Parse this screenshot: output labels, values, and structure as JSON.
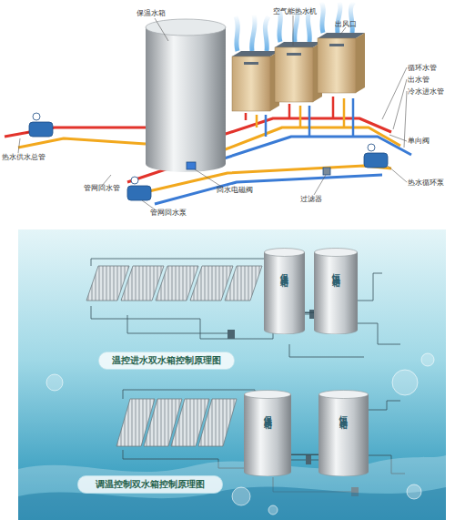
{
  "diagram": {
    "nodes": [
      {
        "text": [
          "保温水箱"
        ]
      },
      {
        "text": [
          "恒温水箱"
        ]
      },
      {
        "text": [
          "温控进水双水箱控制原理图"
        ]
      },
      {
        "text": [
          "保温水箱"
        ]
      },
      {
        "text": [
          "恒温水箱"
        ]
      },
      {
        "text": [
          "调温控制双水箱控制原理图"
        ]
      }
    ],
    "edges": [
      {
        "from": 0,
        "to": 1,
        "arrow": "none"
      },
      {
        "from": 3,
        "to": 4,
        "arrow": "none"
      }
    ],
    "labels": [
      "保温水箱",
      "空气能热水机",
      "出风口",
      "循环水管",
      "出水管",
      "冷水进水管",
      "单向阀",
      "热水循环泵",
      "过滤器",
      "热水供水总管",
      "管网回水管",
      "回水电磁阀",
      "管网回水泵"
    ]
  }
}
